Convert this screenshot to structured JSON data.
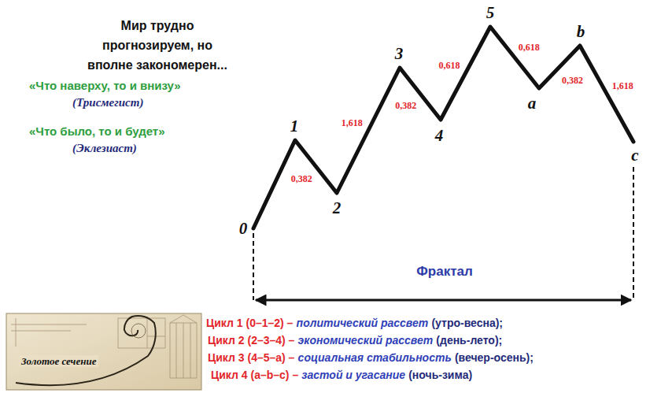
{
  "diagram": {
    "title": "Мир трудно прогнозируем, но вполне закономерен...",
    "labels": [
      "«Что наверху, то и внизу»",
      "(Трисмегист)",
      "«Что было, то и будет»",
      "(Эклезиаст)",
      "Золотое сечение",
      "0",
      "1",
      "2",
      "3",
      "4",
      "5",
      "a",
      "b",
      "c",
      "0,382",
      "1,618",
      "0,382",
      "0,618",
      "0,618",
      "0,382",
      "1,618",
      "Фрактал",
      "Цикл 1 (0–1–2) –",
      "политический рассвет",
      "(утро-весна);",
      "Цикл 2 (2–3–4) –",
      "экономический рассвет",
      "(день-лето);",
      "Цикл 3 (4–5–a) –",
      "социальная стабильность",
      "(вечер-осень);",
      "Цикл 4 (a–b–c) –",
      "застой и угасание",
      "(ночь-зима)"
    ]
  }
}
